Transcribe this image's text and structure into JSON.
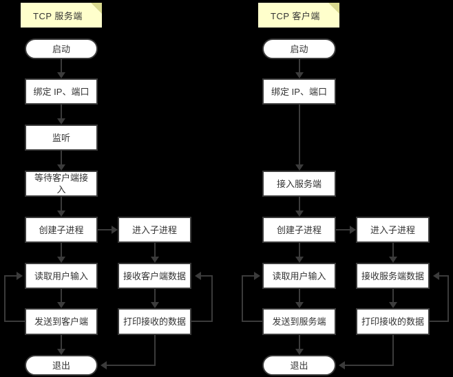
{
  "diagram": {
    "type": "flowchart",
    "background": "#000000",
    "node_fill": "#ffffff",
    "node_stroke": "#3b3b3b",
    "note_fill": "#ffffcc",
    "note_fold": "#d9d98f",
    "text_color": "#333333",
    "panels": [
      {
        "id": "server",
        "note": "TCP 服务端",
        "main_flow": [
          "启动",
          "绑定 IP、端口",
          "监听",
          "等待客户端接入",
          "创建子进程",
          "读取用户输入",
          "发送到客户端",
          "退出"
        ],
        "child_flow": [
          "进入子进程",
          "接收客户端数据",
          "打印接收的数据"
        ]
      },
      {
        "id": "client",
        "note": "TCP 客户端",
        "main_flow": [
          "启动",
          "绑定 IP、端口",
          "接入服务端",
          "创建子进程",
          "读取用户输入",
          "发送到服务端",
          "退出"
        ],
        "child_flow": [
          "进入子进程",
          "接收服务端数据",
          "打印接收的数据"
        ]
      }
    ]
  },
  "server": {
    "note": "TCP 服务端",
    "n_start": "启动",
    "n_bind": "绑定 IP、端口",
    "n_listen": "监听",
    "n_accept": "等待客户端接入",
    "n_fork": "创建子进程",
    "n_read": "读取用户输入",
    "n_send": "发送到客户端",
    "n_exit": "退出",
    "n_child": "进入子进程",
    "n_recv": "接收客户端数据",
    "n_print": "打印接收的数据"
  },
  "client": {
    "note": "TCP 客户端",
    "n_start": "启动",
    "n_bind": "绑定 IP、端口",
    "n_connect": "接入服务端",
    "n_fork": "创建子进程",
    "n_read": "读取用户输入",
    "n_send": "发送到服务端",
    "n_exit": "退出",
    "n_child": "进入子进程",
    "n_recv": "接收服务端数据",
    "n_print": "打印接收的数据"
  }
}
